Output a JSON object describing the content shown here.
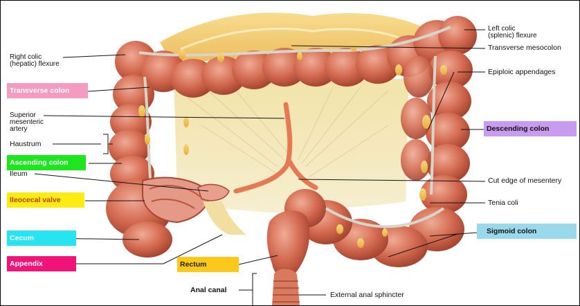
{
  "colors": {
    "colon": "#c9604a",
    "colon_highlight": "#e79a84",
    "mesentery": "#efe2b4",
    "fat": "#e8c065",
    "artery": "#e57a52",
    "tenia": "#d8d4c8",
    "pink_tag": "#f59ac0",
    "green_tag": "#1ee61e",
    "yellow_tag": "#fcec14",
    "cyan_tag": "#26e4f0",
    "magenta_tag": "#f0147a",
    "purple_tag": "#c89af0",
    "orange_tag": "#fcc81a",
    "lightblue_tag": "#9ad8ec"
  },
  "labels": {
    "right_colic_1": "Right colic",
    "right_colic_2": "(hepatic) flexure",
    "transverse_colon": "Transverse colon",
    "superior_1": "Superior",
    "superior_2": "mesenteric",
    "superior_3": "artery",
    "haustrum": "Haustrum",
    "ascending_colon": "Ascending colon",
    "ileum": "Ileum",
    "ileocecal_valve": "Ileocecal valve",
    "cecum": "Cecum",
    "appendix": "Appendix",
    "rectum": "Rectum",
    "anal_canal": "Anal canal",
    "external_anal_sphincter": "External anal sphincter",
    "left_colic_1": "Left colic",
    "left_colic_2": "(splenic) flexure",
    "transverse_mesocolon": "Transverse mesocolon",
    "epiploic_appendages": "Epiploic appendages",
    "descending_colon": "Descending colon",
    "cut_edge": "Cut edge of mesentery",
    "tenia_coli": "Tenia coli",
    "sigmoid_colon": "Sigmoid colon"
  }
}
